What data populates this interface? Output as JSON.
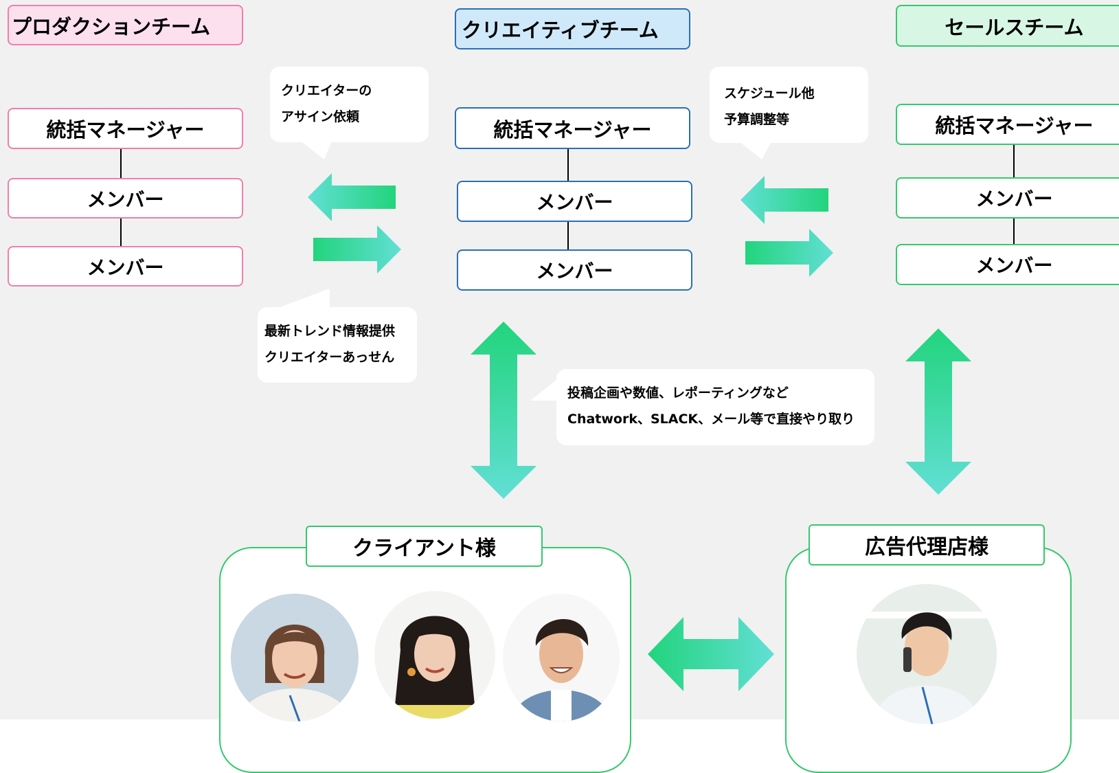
{
  "teams": {
    "production": {
      "title": "プロダクションチーム",
      "manager": "統括マネージャー",
      "members": [
        "メンバー",
        "メンバー"
      ]
    },
    "creative": {
      "title": "クリエイティブチーム",
      "manager": "統括マネージャー",
      "members": [
        "メンバー",
        "メンバー"
      ]
    },
    "sales": {
      "title": "セールスチーム",
      "manager": "統括マネージャー",
      "members": [
        "メンバー",
        "メンバー"
      ]
    }
  },
  "callouts": {
    "creator_assign": [
      "クリエイターの",
      "アサイン依頼"
    ],
    "trend_info": [
      "最新トレンド情報提供",
      "クリエイターあっせん"
    ],
    "schedule": [
      "スケジュール他",
      "予算調整等"
    ],
    "direct_contact": [
      "投稿企画や数値、レポーティングなど",
      "Chatwork、SLACK、メール等で直接やり取り"
    ]
  },
  "clients": {
    "client_label": "クライアント様",
    "agency_label": "広告代理店様",
    "client_people": [
      "client-person-1",
      "client-person-2",
      "client-person-3"
    ],
    "agency_people": [
      "agency-person-1"
    ]
  },
  "colors": {
    "pink_border": "#ef7fab",
    "pink_fill": "#fde0ee",
    "blue_border": "#2a6fb6",
    "blue_fill": "#cfe9fb",
    "green_border": "#35c86e",
    "green_fill": "#d7f6e4",
    "arrow_green": "#22d47c",
    "arrow_teal": "#5fe0d6",
    "background": "#f1f1f1"
  }
}
